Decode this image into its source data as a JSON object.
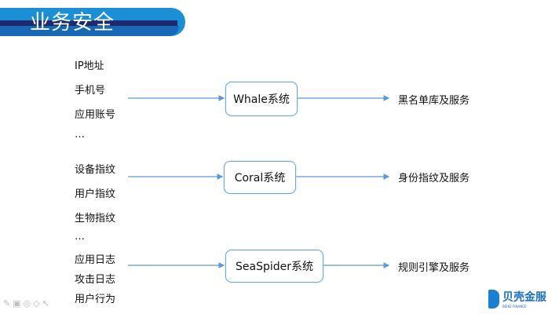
{
  "title": "业务安全",
  "groups": [
    {
      "inputs": [
        "IP地址",
        "手机号",
        "应用账号",
        "…"
      ],
      "system": "Whale系统",
      "output": "黑名单库及服务"
    },
    {
      "inputs": [
        "设备指纹",
        "用户指纹",
        "生物指纹",
        "…"
      ],
      "system": "Coral系统",
      "output": "身份指纹及服务"
    },
    {
      "inputs": [
        "应用日志",
        "攻击日志",
        "用户行为"
      ],
      "system": "SeaSpider系统",
      "output": "规则引擎及服务"
    }
  ],
  "toolbar_icons": [
    "pen-icon",
    "slides-icon",
    "zoom-icon",
    "eraser-icon",
    "pointer-icon"
  ],
  "logo": {
    "name": "贝壳金服",
    "tagline": "BEIKE FINANCE"
  },
  "colors": {
    "banner": "#1a8fd6",
    "stripe": "#1f2a6e",
    "arrow": "#5b9bd5"
  }
}
